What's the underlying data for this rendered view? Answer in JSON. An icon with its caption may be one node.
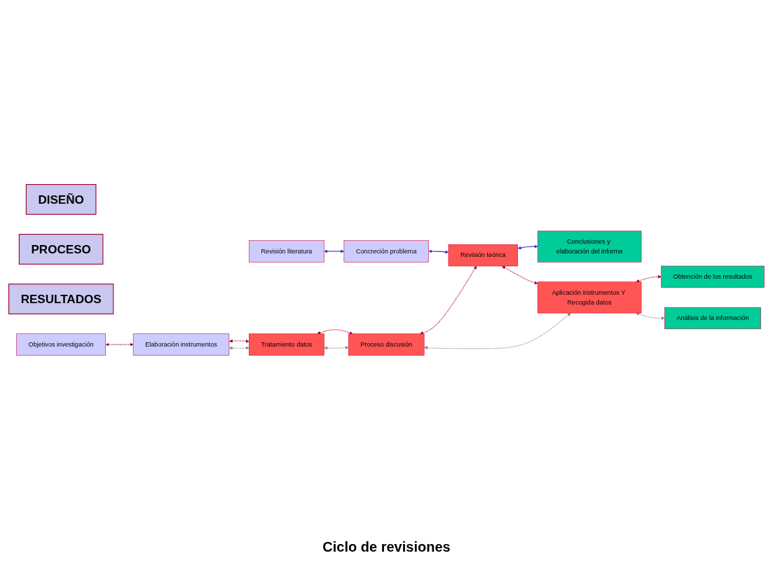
{
  "diagram": {
    "nodes": [
      {
        "text": [
          "DISEÑO"
        ]
      },
      {
        "text": [
          "PROCESO"
        ]
      },
      {
        "text": [
          "RESULTADOS"
        ]
      },
      {
        "text": [
          "Revisión literatura"
        ]
      },
      {
        "text": [
          "Concreción problema"
        ]
      },
      {
        "text": [
          "Objetivos investigación"
        ]
      },
      {
        "text": [
          "Elaboración instrumentos"
        ]
      },
      {
        "text": [
          "Tratamiento datos"
        ]
      },
      {
        "text": [
          "Proceso discusión"
        ]
      },
      {
        "text": [
          "Revisión teórica"
        ]
      },
      {
        "text": [
          "Aplicación instrumentos Y Recogida datos"
        ]
      },
      {
        "text": [
          "Análisis de la información"
        ]
      },
      {
        "text": [
          "Obtención de los resultados"
        ]
      },
      {
        "text": [
          "Conclusiones y elaboración del informe"
        ]
      }
    ],
    "edges": [
      {
        "from": 3,
        "to": 4,
        "arrow": "both",
        "color": "#3333cc"
      },
      {
        "from": 4,
        "to": 9,
        "arrow": "both",
        "color": "#3333cc"
      },
      {
        "from": 9,
        "to": 13,
        "arrow": "both",
        "color": "#3333cc"
      },
      {
        "from": 5,
        "to": 6,
        "arrow": "both",
        "style": "dashed",
        "color": "#990033"
      },
      {
        "from": 6,
        "to": 7,
        "arrow": "both",
        "style": "dashed",
        "color": "#990033"
      },
      {
        "from": 7,
        "to": 8,
        "arrow": "both",
        "style": "dashed",
        "color": "#990033"
      },
      {
        "from": 8,
        "to": 9,
        "arrow": "both",
        "style": "dashed",
        "color": "#990033"
      },
      {
        "from": 9,
        "to": 10,
        "arrow": "both",
        "style": "dashed",
        "color": "#990033"
      },
      {
        "from": 10,
        "to": 12,
        "arrow": "both",
        "style": "dashed",
        "color": "#990033"
      },
      {
        "from": 6,
        "to": 7,
        "arrow": "both",
        "style": "dashed",
        "color": "#888888"
      },
      {
        "from": 7,
        "to": 8,
        "arrow": "both",
        "style": "dashed",
        "color": "#888888"
      },
      {
        "from": 8,
        "to": 10,
        "arrow": "both",
        "style": "dashed",
        "color": "#888888"
      },
      {
        "from": 10,
        "to": 11,
        "arrow": "both",
        "style": "dashed",
        "color": "#888888"
      }
    ],
    "labels": [
      "Ciclo de revisiones"
    ]
  }
}
